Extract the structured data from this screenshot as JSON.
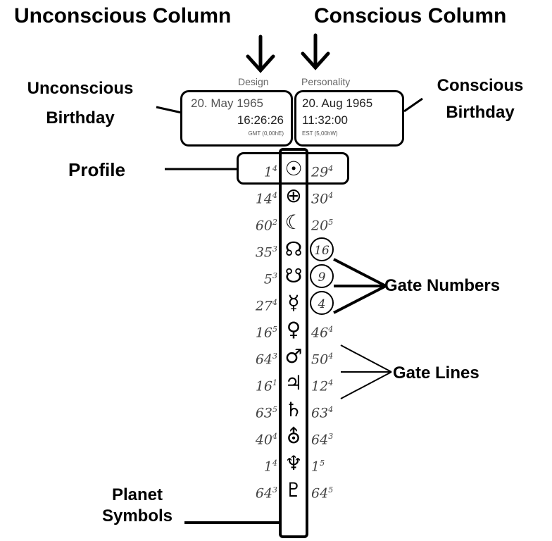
{
  "headings": {
    "unconscious_column": "Unconscious Column",
    "conscious_column": "Conscious Column"
  },
  "column_headers": {
    "design": "Design",
    "personality": "Personality"
  },
  "callouts": {
    "unconscious_birthday_line1": "Unconscious",
    "unconscious_birthday_line2": "Birthday",
    "conscious_birthday_line1": "Conscious",
    "conscious_birthday_line2": "Birthday",
    "profile": "Profile",
    "gate_numbers": "Gate Numbers",
    "gate_lines": "Gate Lines",
    "planet_symbols_line1": "Planet",
    "planet_symbols_line2": "Symbols"
  },
  "design_birth": {
    "date": "20. May 1965",
    "time": "16:26:26",
    "zone": "GMT (0,00hE)"
  },
  "personality_birth": {
    "date": "20. Aug 1965",
    "time": "11:32:00",
    "zone": "EST (5,00hW)"
  },
  "rows": [
    {
      "planet": "sun",
      "symbol": "☉",
      "design_gate": "1",
      "design_line": "4",
      "personality_gate": "29",
      "personality_line": "4",
      "highlight": false
    },
    {
      "planet": "earth",
      "symbol": "⊕",
      "design_gate": "14",
      "design_line": "4",
      "personality_gate": "30",
      "personality_line": "4",
      "highlight": false
    },
    {
      "planet": "moon",
      "symbol": "☾",
      "design_gate": "60",
      "design_line": "2",
      "personality_gate": "20",
      "personality_line": "5",
      "highlight": false
    },
    {
      "planet": "north-node",
      "symbol": "☊",
      "design_gate": "35",
      "design_line": "3",
      "personality_gate": "16",
      "personality_line": "",
      "highlight": true
    },
    {
      "planet": "south-node",
      "symbol": "☋",
      "design_gate": "5",
      "design_line": "3",
      "personality_gate": "9",
      "personality_line": "",
      "highlight": true
    },
    {
      "planet": "mercury",
      "symbol": "☿",
      "design_gate": "27",
      "design_line": "4",
      "personality_gate": "4",
      "personality_line": "",
      "highlight": true
    },
    {
      "planet": "venus",
      "symbol": "♀",
      "design_gate": "16",
      "design_line": "5",
      "personality_gate": "46",
      "personality_line": "4",
      "highlight": false
    },
    {
      "planet": "mars",
      "symbol": "♂",
      "design_gate": "64",
      "design_line": "3",
      "personality_gate": "50",
      "personality_line": "4",
      "highlight": false
    },
    {
      "planet": "jupiter",
      "symbol": "♃",
      "design_gate": "16",
      "design_line": "1",
      "personality_gate": "12",
      "personality_line": "4",
      "highlight": false
    },
    {
      "planet": "saturn",
      "symbol": "♄",
      "design_gate": "63",
      "design_line": "5",
      "personality_gate": "63",
      "personality_line": "4",
      "highlight": false
    },
    {
      "planet": "uranus",
      "symbol": "⛢",
      "design_gate": "40",
      "design_line": "4",
      "personality_gate": "64",
      "personality_line": "3",
      "highlight": false
    },
    {
      "planet": "neptune",
      "symbol": "♆",
      "design_gate": "1",
      "design_line": "4",
      "personality_gate": "1",
      "personality_line": "5",
      "highlight": false
    },
    {
      "planet": "pluto",
      "symbol": "♇",
      "design_gate": "64",
      "design_line": "3",
      "personality_gate": "64",
      "personality_line": "5",
      "highlight": false
    }
  ]
}
